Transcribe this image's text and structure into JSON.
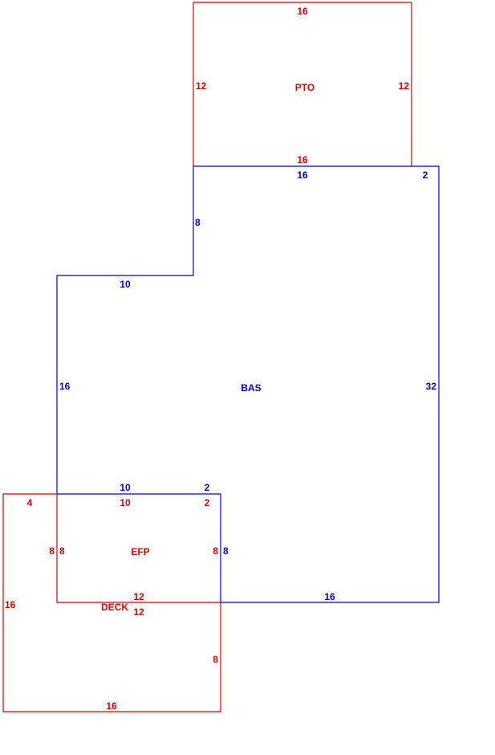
{
  "colors": {
    "main": "#0000cc",
    "addition": "#dd0000"
  },
  "areas": {
    "pto": {
      "name": "PTO",
      "dims": [
        "16",
        "12",
        "12",
        "16"
      ]
    },
    "bas": {
      "name": "BAS",
      "dims": [
        "16",
        "2",
        "8",
        "10",
        "16",
        "32",
        "10",
        "2",
        "8",
        "16"
      ]
    },
    "efp": {
      "name": "EFP",
      "dims": [
        "10",
        "2",
        "8",
        "8",
        "12"
      ]
    },
    "deck": {
      "name": "DECK",
      "dims": [
        "4",
        "8",
        "16",
        "12",
        "8",
        "16"
      ]
    }
  }
}
